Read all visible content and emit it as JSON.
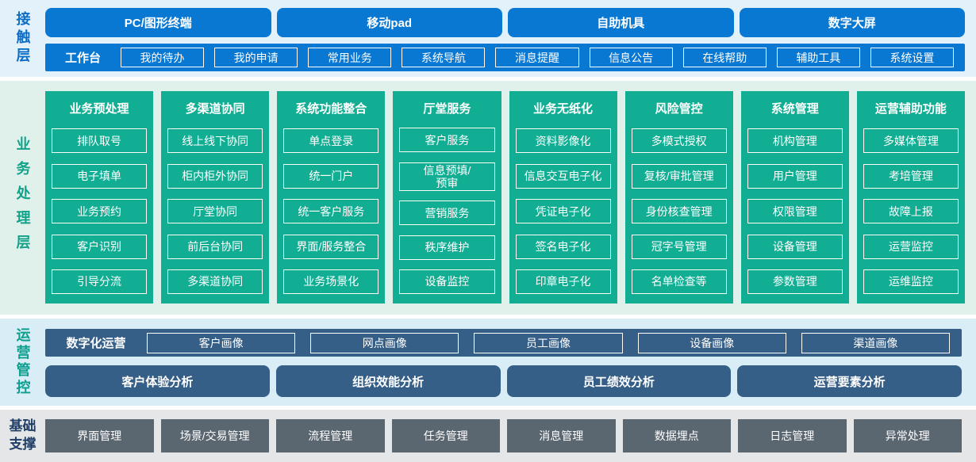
{
  "colors": {
    "blue": "#0878d3",
    "teal": "#12ae93",
    "dark_blue": "#365f87",
    "gray": "#5a6670",
    "band_contact_bg": "#e3f1fb",
    "band_business_bg": "#dff1ea",
    "band_ops_bg": "#d9edf7",
    "band_foundation_bg": "#e4e6e8",
    "label_contact": "#0c6ec6",
    "label_business": "#12a189",
    "label_ops": "#0d9f8d",
    "label_foundation": "#203e66"
  },
  "contact_layer": {
    "label": "接触层",
    "terminals": [
      "PC/图形终端",
      "移动pad",
      "自助机具",
      "数字大屏"
    ],
    "workbench_label": "工作台",
    "workbench_items": [
      "我的待办",
      "我的申请",
      "常用业务",
      "系统导航",
      "消息提醒",
      "信息公告",
      "在线帮助",
      "辅助工具",
      "系统设置"
    ]
  },
  "business_layer": {
    "label": "业务处理层",
    "columns": [
      {
        "title": "业务预处理",
        "items": [
          "排队取号",
          "电子填单",
          "业务预约",
          "客户识别",
          "引导分流"
        ]
      },
      {
        "title": "多渠道协同",
        "items": [
          "线上线下协同",
          "柜内柜外协同",
          "厅堂协同",
          "前后台协同",
          "多渠道协同"
        ]
      },
      {
        "title": "系统功能整合",
        "items": [
          "单点登录",
          "统一门户",
          "统一客户服务",
          "界面/服务整合",
          "业务场景化"
        ]
      },
      {
        "title": "厅堂服务",
        "items": [
          "客户服务",
          "信息预填/\n预审",
          "营销服务",
          "秩序维护",
          "设备监控"
        ]
      },
      {
        "title": "业务无纸化",
        "items": [
          "资料影像化",
          "信息交互电子化",
          "凭证电子化",
          "签名电子化",
          "印章电子化"
        ]
      },
      {
        "title": "风险管控",
        "items": [
          "多模式授权",
          "复核/审批管理",
          "身份核查管理",
          "冠字号管理",
          "名单检查等"
        ]
      },
      {
        "title": "系统管理",
        "items": [
          "机构管理",
          "用户管理",
          "权限管理",
          "设备管理",
          "参数管理"
        ]
      },
      {
        "title": "运营辅助功能",
        "items": [
          "多媒体管理",
          "考培管理",
          "故障上报",
          "运营监控",
          "运维监控"
        ]
      }
    ]
  },
  "operations_layer": {
    "label": "运营管控",
    "digital_label": "数字化运营",
    "portraits": [
      "客户画像",
      "网点画像",
      "员工画像",
      "设备画像",
      "渠道画像"
    ],
    "analyses": [
      "客户体验分析",
      "组织效能分析",
      "员工绩效分析",
      "运营要素分析"
    ]
  },
  "foundation_layer": {
    "label": "基础支撑",
    "items": [
      "界面管理",
      "场景/交易管理",
      "流程管理",
      "任务管理",
      "消息管理",
      "数据埋点",
      "日志管理",
      "异常处理"
    ]
  }
}
